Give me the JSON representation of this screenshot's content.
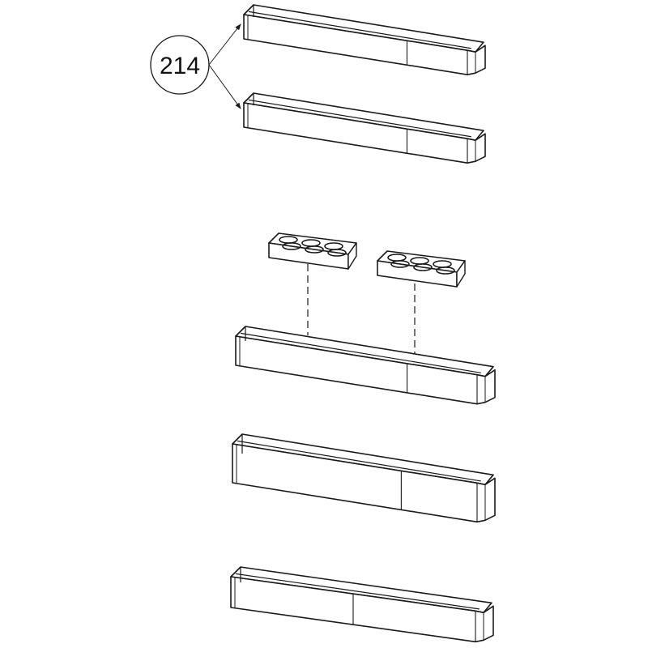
{
  "diagram": {
    "callout": {
      "label": "214",
      "points_to": [
        "door-shelf-1",
        "door-shelf-2"
      ]
    },
    "parts": [
      {
        "id": "door-shelf-1",
        "type": "door shelf"
      },
      {
        "id": "door-shelf-2",
        "type": "door shelf"
      },
      {
        "id": "egg-tray-1",
        "type": "egg tray"
      },
      {
        "id": "egg-tray-2",
        "type": "egg tray"
      },
      {
        "id": "door-shelf-3",
        "type": "door shelf"
      },
      {
        "id": "door-shelf-4",
        "type": "door shelf"
      },
      {
        "id": "door-shelf-5",
        "type": "door shelf"
      }
    ],
    "colors": {
      "line": "#1a1a1a",
      "background": "#ffffff"
    }
  }
}
